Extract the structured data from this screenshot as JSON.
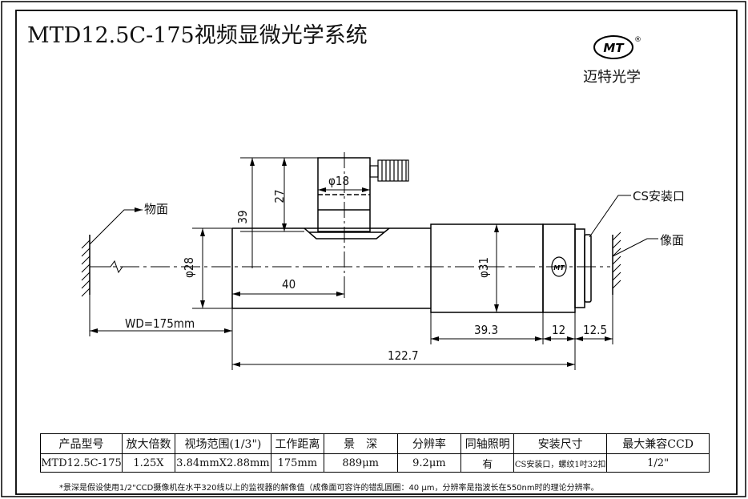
{
  "title": "MTD12.5C-175视频显微光学系统",
  "brand": {
    "logo_text": "MT",
    "registered": "®",
    "name": "迈特光学"
  },
  "labels": {
    "object_plane": "物面",
    "cs_mount": "CS安装口",
    "image_plane": "像面",
    "logo_on_lens": "MT"
  },
  "dimensions": {
    "d18": "φ18",
    "h27": "27",
    "h39": "39",
    "d28": "φ28",
    "l40": "40",
    "d31": "φ31",
    "wd": "WD=175mm",
    "l39_3": "39.3",
    "l12": "12",
    "l12_5": "12.5",
    "l122_7": "122.7"
  },
  "table": {
    "headers": [
      "产品型号",
      "放大倍数",
      "视场范围(1/3\")",
      "工作距离",
      "景　深",
      "分辨率",
      "同轴照明",
      "安装尺寸",
      "最大兼容CCD"
    ],
    "row": [
      "MTD12.5C-175",
      "1.25X",
      "3.84mmX2.88mm",
      "175mm",
      "889μm",
      "9.2μm",
      "有",
      "CS安装口，螺纹1吋32扣",
      "1/2\""
    ]
  },
  "note": "*景深是假设使用1/2\"CCD摄像机在水平320线以上的监视器的解像值（成像面可容许的错乱圆圈：40 μm，分辨率是指波长在550nm时的理论分辨率。"
}
